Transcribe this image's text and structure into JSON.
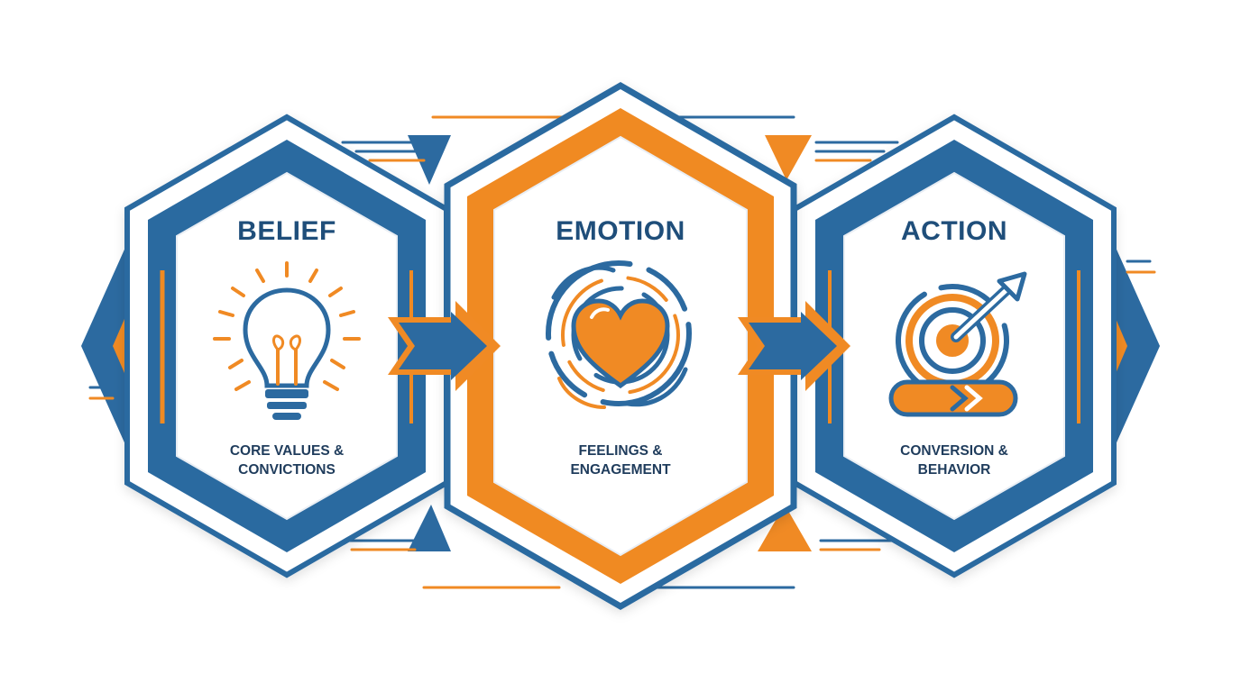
{
  "colors": {
    "blue": "#2c6aa0",
    "dark_blue": "#1f4e7a",
    "orange": "#f08a24",
    "text": "#1f3c5c"
  },
  "stages": [
    {
      "title": "BELIEF",
      "desc_lines": [
        "CORE VALUES &",
        "CONVICTIONS"
      ],
      "icon": "lightbulb-icon",
      "frame_color": "blue"
    },
    {
      "title": "EMOTION",
      "desc_lines": [
        "FEELINGS &",
        "ENGAGEMENT"
      ],
      "icon": "heart-icon",
      "frame_color": "orange"
    },
    {
      "title": "ACTION",
      "desc_lines": [
        "CONVERSION &",
        "BEHAVIOR"
      ],
      "icon": "target-arrow-icon",
      "frame_color": "blue"
    }
  ],
  "connectors": [
    "arrow-right-icon",
    "arrow-right-icon"
  ]
}
